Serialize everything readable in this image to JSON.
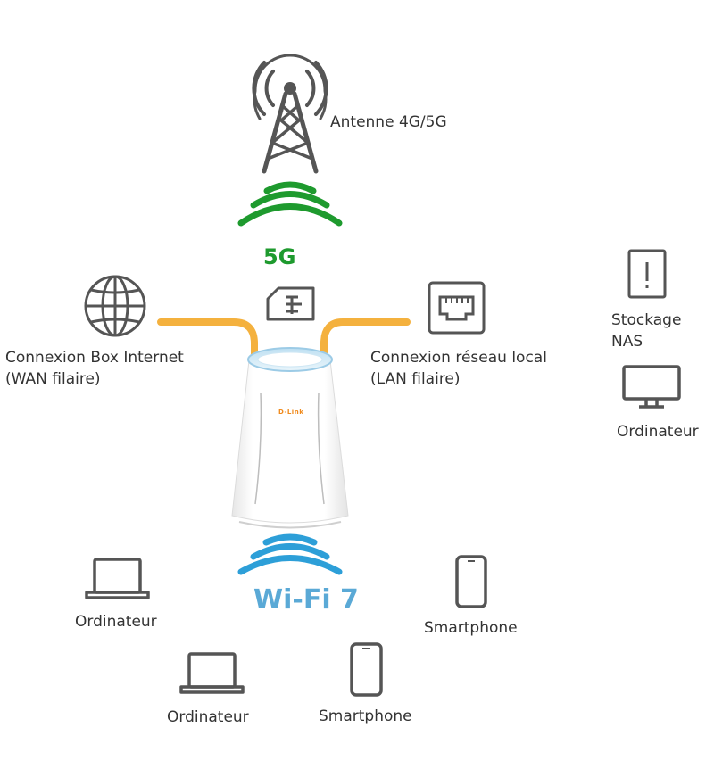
{
  "colors": {
    "green": "#1e9a2e",
    "blue": "#2d9fd8",
    "wifi_text": "#5aa9d6",
    "cable": "#f4b13e",
    "icon": "#555555",
    "brand": "#f08a1c"
  },
  "labels": {
    "antenna": "Antenne 4G/5G",
    "g5": "5G",
    "wan_line1": "Connexion Box Internet",
    "wan_line2": "(WAN filaire)",
    "lan_line1": "Connexion réseau local",
    "lan_line2": "(LAN filaire)",
    "nas_line1": "Stockage",
    "nas_line2": "NAS",
    "computer_right": "Ordinateur",
    "wifi": "Wi-Fi 7",
    "laptop_left": "Ordinateur",
    "laptop_bottom": "Ordinateur",
    "phone_right": "Smartphone",
    "phone_bottom": "Smartphone",
    "brand": "D-Link"
  },
  "icons": [
    "antenna-tower-icon",
    "globe-icon",
    "sim-card-icon",
    "ethernet-port-icon",
    "nas-storage-icon",
    "monitor-icon",
    "laptop-icon",
    "smartphone-icon",
    "router-device"
  ]
}
